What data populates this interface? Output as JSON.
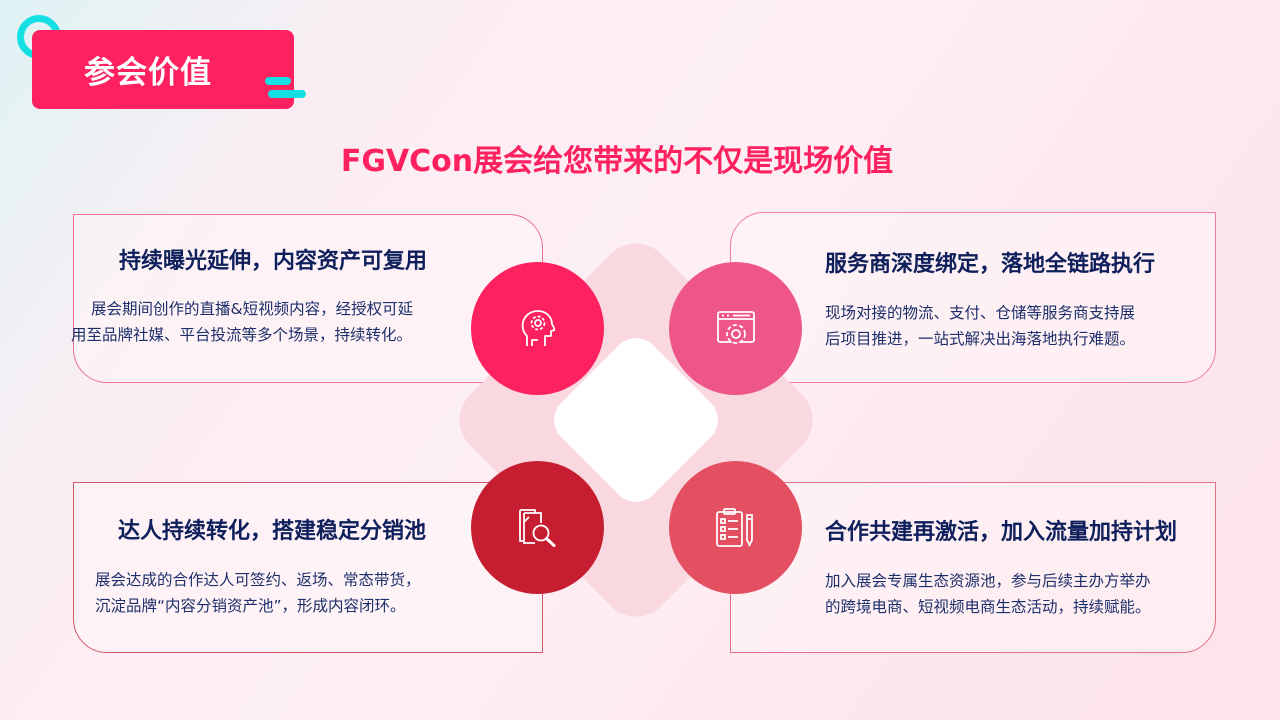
{
  "section_tag": {
    "label": "参会价值"
  },
  "headline": "FGVCon展会给您带来的不仅是现场价值",
  "colors": {
    "accent_pink": "#fe2160",
    "accent_cyan": "#16dfe3",
    "title_navy": "#0e1f5c",
    "circle_1": "#fe2160",
    "circle_2": "#ee5689",
    "circle_3": "#c61d31",
    "circle_4": "#e44f62"
  },
  "cards": [
    {
      "title": "持续曝光延伸，内容资产可复用",
      "lines": [
        "展会期间创作的直播&短视频内容，经授权可延",
        "用至品牌社媒、平台投流等多个场景，持续转化。"
      ],
      "icon": "head-gear-icon"
    },
    {
      "title": "服务商深度绑定，落地全链路执行",
      "lines": [
        "现场对接的物流、支付、仓储等服务商支持展",
        "后项目推进，一站式解决出海落地执行难题。"
      ],
      "icon": "browser-gear-icon"
    },
    {
      "title": "达人持续转化，搭建稳定分销池",
      "lines": [
        "展会达成的合作达人可签约、返场、常态带货，",
        "沉淀品牌“内容分销资产池”，形成内容闭环。"
      ],
      "icon": "document-search-icon"
    },
    {
      "title": "合作共建再激活，加入流量加持计划",
      "lines": [
        "加入展会专属生态资源池，参与后续主办方举办",
        "的跨境电商、短视频电商生态活动，持续赋能。"
      ],
      "icon": "clipboard-checklist-icon"
    }
  ]
}
